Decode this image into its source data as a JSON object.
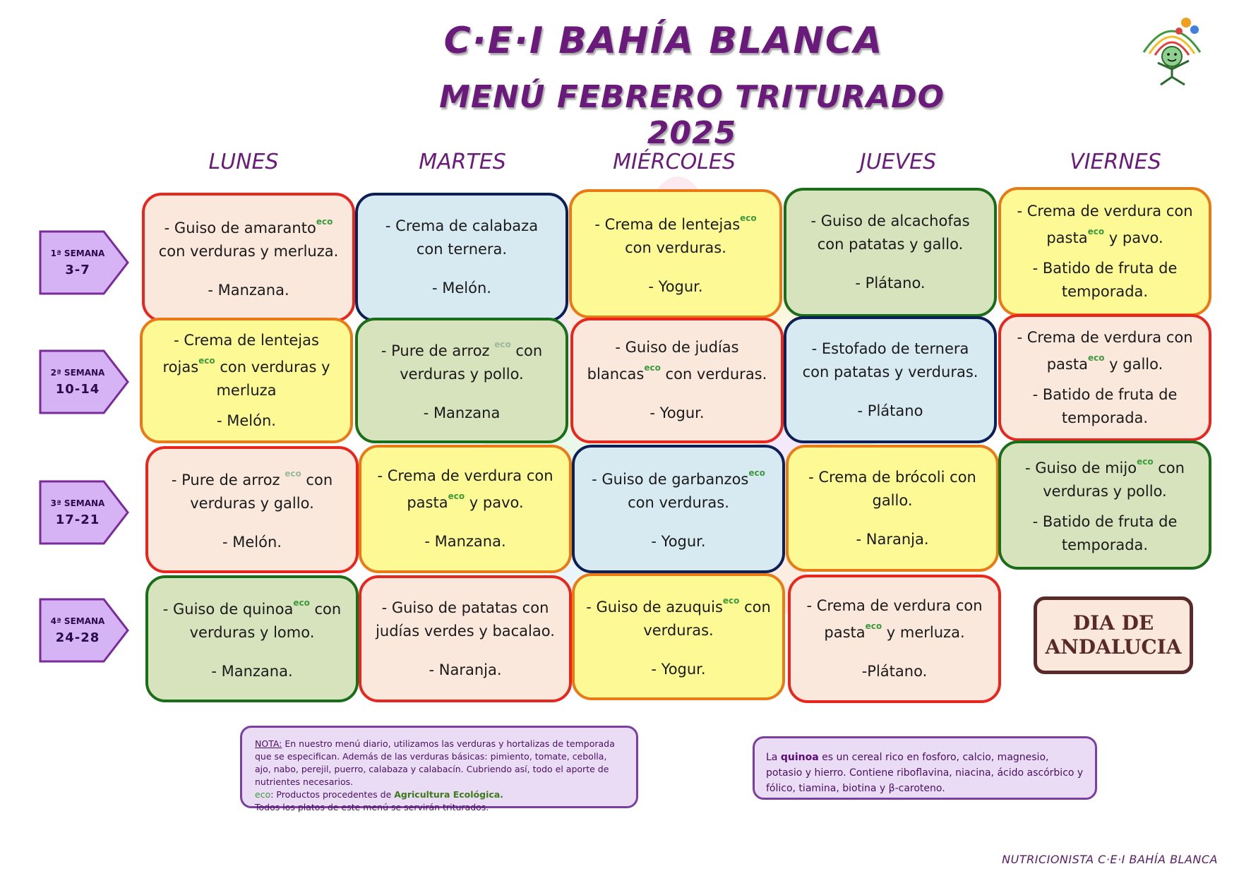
{
  "header": {
    "title": "C·E·I BAHÍA BLANCA",
    "subtitle": "MENÚ FEBRERO TRITURADO 2025"
  },
  "days": [
    "LUNES",
    "MARTES",
    "MIÉRCOLES",
    "JUEVES",
    "VIERNES"
  ],
  "weeks": [
    {
      "label": "1ª SEMANA",
      "dates": "3-7"
    },
    {
      "label": "2ª SEMANA",
      "dates": "10-14"
    },
    {
      "label": "3ª SEMANA",
      "dates": "17-21"
    },
    {
      "label": "4ª SEMANA",
      "dates": "24-28"
    }
  ],
  "eco": "eco",
  "menu": {
    "w1": {
      "mon": {
        "a": "- Guiso de amaranto",
        "b": "con verduras y merluza.",
        "fruit": "- Manzana."
      },
      "tue": {
        "a": "- Crema de calabaza",
        "b": "con ternera.",
        "fruit": "- Melón."
      },
      "wed": {
        "a": "- Crema de lentejas",
        "b": "con verduras.",
        "fruit": "- Yogur."
      },
      "thu": {
        "a": "- Guiso de alcachofas",
        "b": "con patatas y gallo.",
        "fruit": "- Plátano."
      },
      "fri": {
        "a": "- Crema de verdura con",
        "b": "pasta",
        "c": " y pavo.",
        "d": "- Batido de fruta de",
        "e": "temporada."
      }
    },
    "w2": {
      "mon": {
        "a": "- Crema de lentejas",
        "b": "rojas",
        "c": " con verduras y",
        "d": "merluza",
        "fruit": "- Melón."
      },
      "tue": {
        "a": "- Pure de arroz ",
        "b": " con",
        "c": "verduras y pollo.",
        "fruit": "- Manzana"
      },
      "wed": {
        "a": "- Guiso de judías",
        "b": "blancas",
        "c": " con verduras.",
        "fruit": "- Yogur."
      },
      "thu": {
        "a": "- Estofado de ternera",
        "b": "con patatas y verduras.",
        "fruit": "- Plátano"
      },
      "fri": {
        "a": "- Crema de verdura con",
        "b": "pasta",
        "c": " y gallo.",
        "d": "- Batido de fruta de",
        "e": "temporada."
      }
    },
    "w3": {
      "mon": {
        "a": "- Pure de arroz ",
        "b": " con",
        "c": "verduras y gallo.",
        "fruit": "- Melón."
      },
      "tue": {
        "a": "- Crema de verdura con",
        "b": "pasta",
        "c": " y pavo.",
        "fruit": "- Manzana."
      },
      "wed": {
        "a": "- Guiso de garbanzos",
        "b": "con verduras.",
        "fruit": "- Yogur."
      },
      "thu": {
        "a": "- Crema de brócoli con",
        "b": "gallo.",
        "fruit": "- Naranja."
      },
      "fri": {
        "a": "- Guiso de mijo",
        "b": " con",
        "c": "verduras y pollo.",
        "d": "- Batido de fruta de",
        "e": "temporada."
      }
    },
    "w4": {
      "mon": {
        "a": "- Guiso de quinoa",
        "b": " con",
        "c": "verduras y lomo.",
        "fruit": "- Manzana."
      },
      "tue": {
        "a": "- Guiso de patatas con",
        "b": "judías verdes y bacalao.",
        "fruit": "- Naranja."
      },
      "wed": {
        "a": "- Guiso de azuquis",
        "b": " con",
        "c": "verduras.",
        "fruit": "- Yogur."
      },
      "thu": {
        "a": "- Crema de verdura con",
        "b": "pasta",
        "c": " y merluza.",
        "fruit": "-Plátano."
      },
      "fri": {
        "line1": "DIA DE",
        "line2": "ANDALUCIA"
      }
    }
  },
  "note": {
    "label": "NOTA:",
    "text1": " En nuestro menú diario, utilizamos las verduras y hortalizas de temporada que se especifican. Además de las verduras básicas: pimiento, tomate, cebolla, ajo, nabo, perejil, puerro, calabaza y calabacín. Cubriendo así, todo el aporte de nutrientes necesarios.",
    "eco_word": "eco",
    "eco_text": ": Productos procedentes de ",
    "eco_bold": "Agricultura Ecológica.",
    "text2": "Todos los platos de este menú se servirán triturados."
  },
  "quinoa_note": {
    "pre": "La ",
    "bold": "quinoa",
    "post": " es un cereal rico en fosforo, calcio, magnesio, potasio y hierro. Contiene riboflavina, niacina, ácido ascórbico y fólico, tiamina, biotina y β-caroteno."
  },
  "footer": "NUTRICIONISTA C·E·I BAHÍA BLANCA",
  "colors": {
    "title": "#6a1a7a",
    "peach": "#fbe8dc",
    "blue": "#d7eaf1",
    "yellow": "#fdfa95",
    "green": "#d7e3bc"
  }
}
